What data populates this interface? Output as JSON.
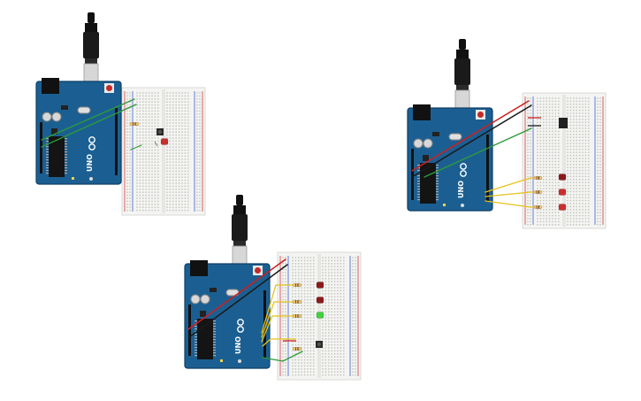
{
  "circuits": [
    {
      "id": "a",
      "board_label": "UNO"
    },
    {
      "id": "b",
      "board_label": "UNO"
    },
    {
      "id": "c",
      "board_label": "UNO"
    }
  ],
  "colors": {
    "background": "#ffffff",
    "board": "#1b5f92",
    "board_edge": "#0f3f66",
    "breadboard": "#f4f4f2",
    "rail_red": "#d23a3a",
    "rail_blue": "#3a5fcf",
    "wire_red": "#cc1f1f",
    "wire_black": "#1a1a1a",
    "wire_green": "#2d9a3a",
    "wire_yellow": "#e8c21a",
    "led_red": "#c9302c",
    "led_darkred": "#8b1a1a",
    "led_green": "#3fd13f",
    "resistor": "#e9c87a"
  },
  "icons": [
    "usb-cable-icon",
    "arduino-logo-icon",
    "push-button-icon",
    "led-icon",
    "resistor-icon"
  ]
}
